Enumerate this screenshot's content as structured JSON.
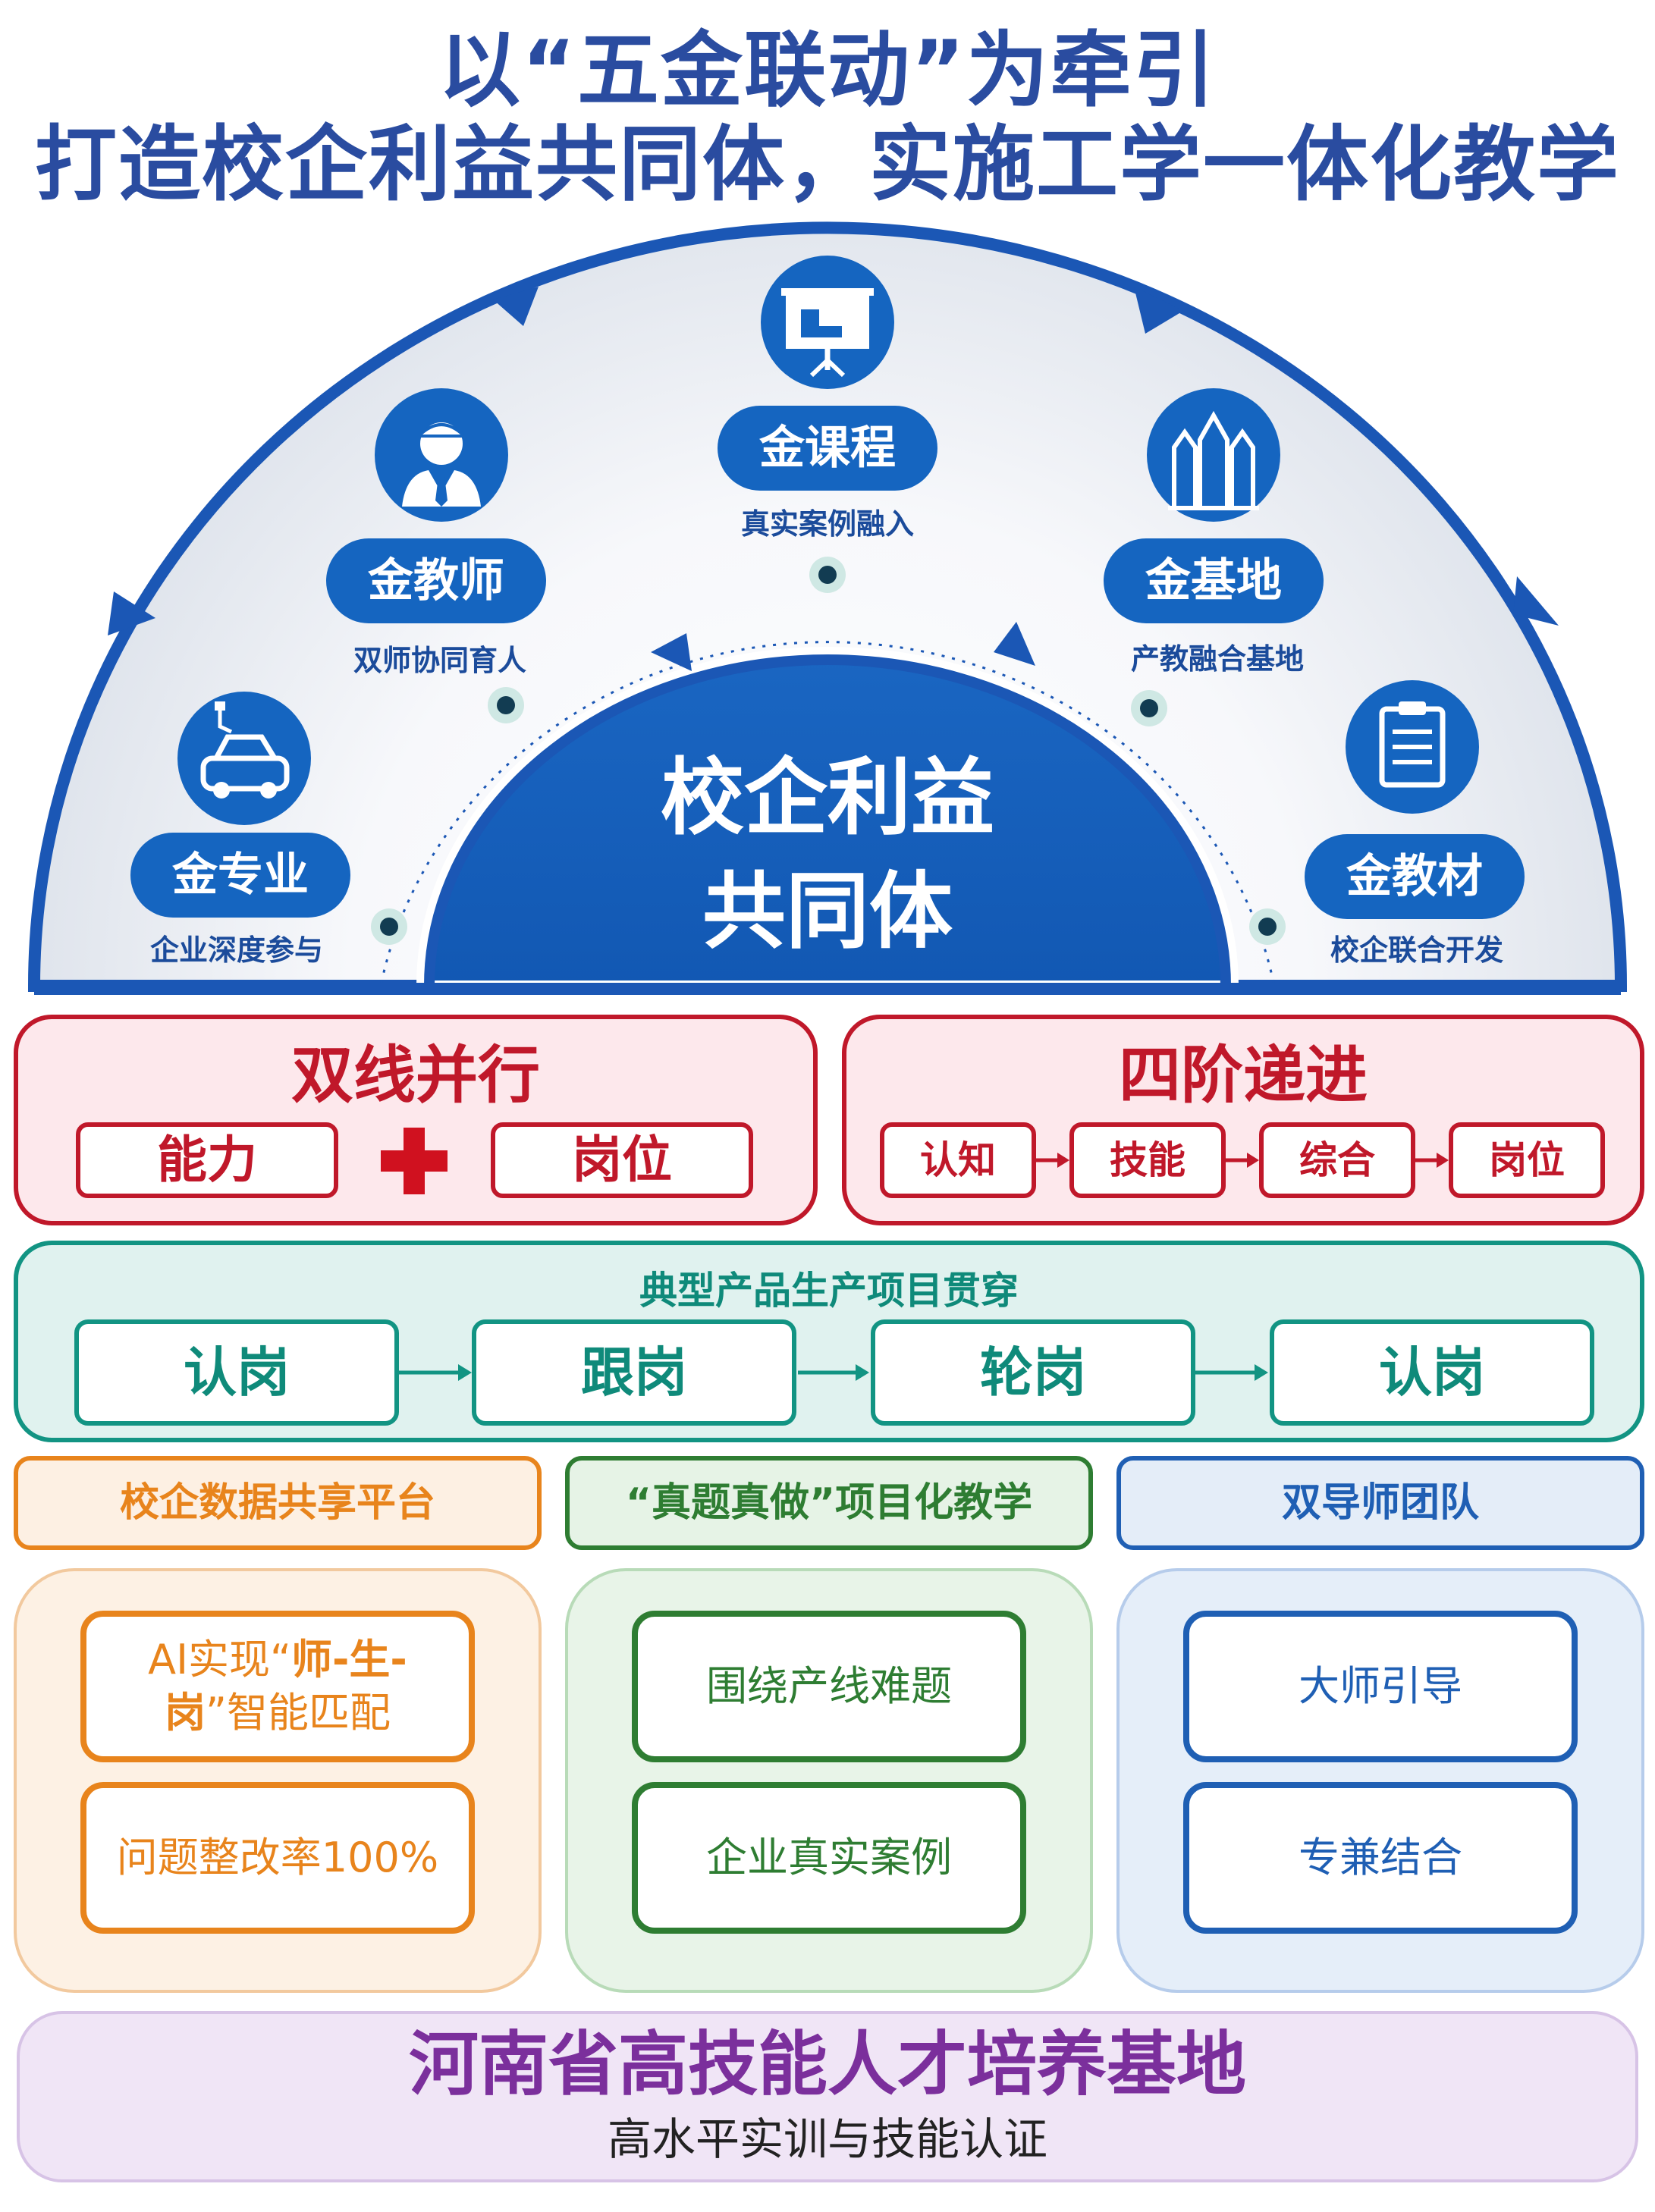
{
  "title": {
    "line1": "以“五金联动”为牵引",
    "line2": "打造校企利益共同体，实施工学一体化教学"
  },
  "arch": {
    "core": {
      "line1": "校企利益",
      "line2": "共同体"
    },
    "items": [
      {
        "label": "金专业",
        "caption": "企业深度参与",
        "icon": "car-icon"
      },
      {
        "label": "金教师",
        "caption": "双师协同育人",
        "icon": "teacher-icon"
      },
      {
        "label": "金课程",
        "caption": "真实案例融入",
        "icon": "presentation-board-icon"
      },
      {
        "label": "金基地",
        "caption": "产教融合基地",
        "icon": "building-icon"
      },
      {
        "label": "金教材",
        "caption": "校企联合开发",
        "icon": "clipboard-icon"
      }
    ]
  },
  "dual_line": {
    "title": "双线并行",
    "left": "能力",
    "right": "岗位",
    "operator_icon": "plus-icon"
  },
  "four_stage": {
    "title": "四阶递进",
    "steps": [
      "认知",
      "技能",
      "综合",
      "岗位"
    ]
  },
  "project": {
    "title": "典型产品生产项目贯穿",
    "steps": [
      "认岗",
      "跟岗",
      "轮岗",
      "认岗"
    ]
  },
  "columns": [
    {
      "tab": "校企数据共享平台",
      "color": "#e8841c",
      "items": [
        {
          "parts": [
            "AI实现“",
            "师-生-岗",
            "”智能匹配"
          ]
        },
        {
          "text": "问题整改率100%"
        }
      ]
    },
    {
      "tab": "“真题真做”项目化教学",
      "color": "#2e7d32",
      "items": [
        {
          "text": "围绕产线难题"
        },
        {
          "text": "企业真实案例"
        }
      ]
    },
    {
      "tab": "双导师团队",
      "color": "#1f5fb4",
      "items": [
        {
          "text": "大师引导"
        },
        {
          "text": "专兼结合"
        }
      ]
    }
  ],
  "footer": {
    "title": "河南省高技能人才培养基地",
    "subtitle": "高水平实训与技能认证"
  }
}
